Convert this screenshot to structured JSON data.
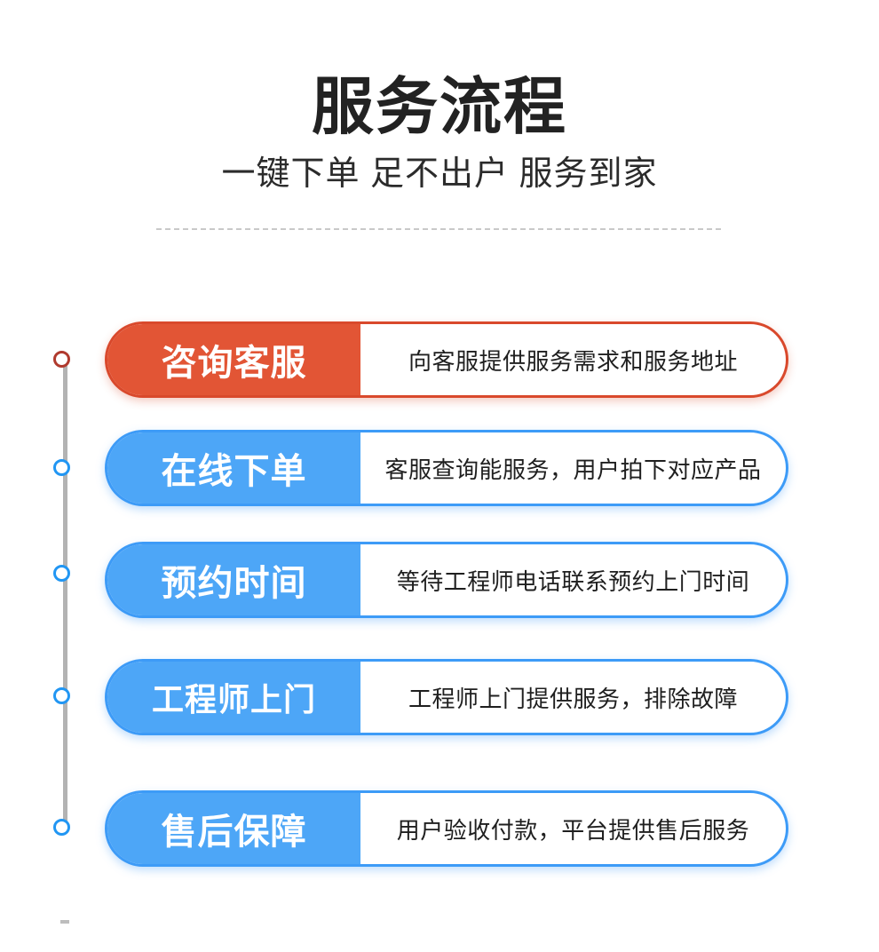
{
  "header": {
    "title": "服务流程",
    "subtitle": "一键下单 足不出户 服务到家",
    "divider_style": "dashed"
  },
  "colors": {
    "accent_orange": "#e25535",
    "accent_orange_border": "#d9492c",
    "accent_blue": "#4da6f7",
    "accent_blue_border": "#3d9bf7",
    "timeline_line": "#b3b3b3",
    "dot_first": "#b03a2e",
    "dot_blue": "#2196f3",
    "title_text": "#222222",
    "desc_text": "#1f1f1f",
    "divider": "#c9c9c9",
    "background": "#ffffff"
  },
  "steps": [
    {
      "index": 1,
      "label": "咨询客服",
      "desc": "向客服提供服务需求和服务地址",
      "accent": "orange",
      "dot_color": "#b03a2e"
    },
    {
      "index": 2,
      "label": "在线下单",
      "desc": "客服查询能服务，用户拍下对应产品",
      "accent": "blue",
      "dot_color": "#2196f3"
    },
    {
      "index": 3,
      "label": "预约时间",
      "desc": "等待工程师电话联系预约上门时间",
      "accent": "blue",
      "dot_color": "#2196f3"
    },
    {
      "index": 4,
      "label": "工程师上门",
      "desc": "工程师上门提供服务，排除故障",
      "accent": "blue",
      "dot_color": "#2196f3"
    },
    {
      "index": 5,
      "label": "售后保障",
      "desc": "用户验收付款，平台提供售后服务",
      "accent": "blue",
      "dot_color": "#2196f3"
    }
  ]
}
